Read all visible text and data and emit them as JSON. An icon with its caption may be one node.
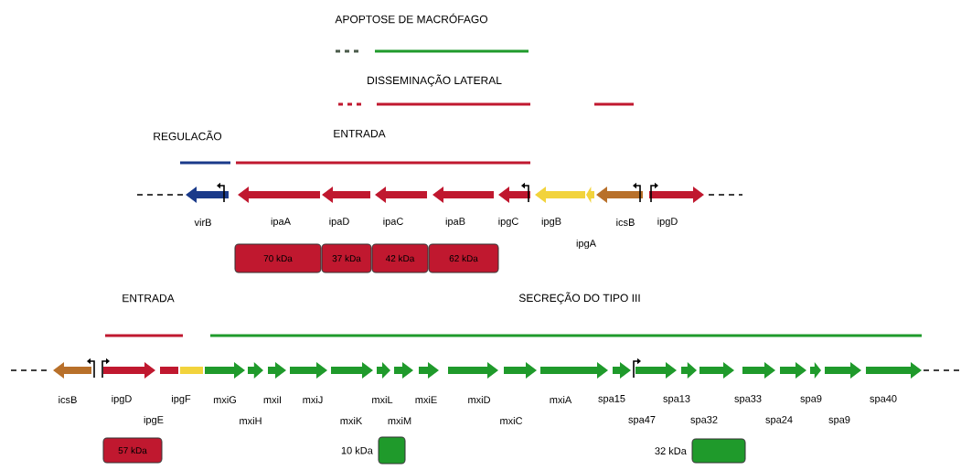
{
  "diagram": {
    "nodes": [
      {
        "text": [
          "70 kDa"
        ]
      },
      {
        "text": [
          "37 kDa"
        ]
      },
      {
        "text": [
          "42 kDa"
        ]
      },
      {
        "text": [
          "62 kDa"
        ]
      },
      {
        "text": [
          "57 kDa"
        ]
      },
      {
        "text": [],
        "shape": "box",
        "beside": [
          "10 kDa"
        ]
      },
      {
        "text": [],
        "shape": "box",
        "beside": [
          "32 kDa"
        ]
      }
    ],
    "labels": [
      "APOPTOSE DE MACRÓFAGO",
      "DISSEMINAÇÃO LATERAL",
      "REGULACÃO",
      "ENTRADA",
      "virB",
      "ipaA",
      "ipaD",
      "ipaC",
      "ipaB",
      "ipgC",
      "ipgB",
      "icsB",
      "ipgD",
      "ipgA",
      "ENTRADA",
      "SECREÇÃO DO TIPO III",
      "icsB",
      "ipgD",
      "ipgF",
      "mxiG",
      "mxiI",
      "mxiJ",
      "mxiL",
      "mxiE",
      "mxiD",
      "mxiA",
      "spa15",
      "spa13",
      "spa33",
      "spa9",
      "spa40",
      "ipgE",
      "mxiH",
      "mxiK",
      "mxiM",
      "mxiC",
      "spa47",
      "spa32",
      "spa24",
      "spa9"
    ]
  }
}
